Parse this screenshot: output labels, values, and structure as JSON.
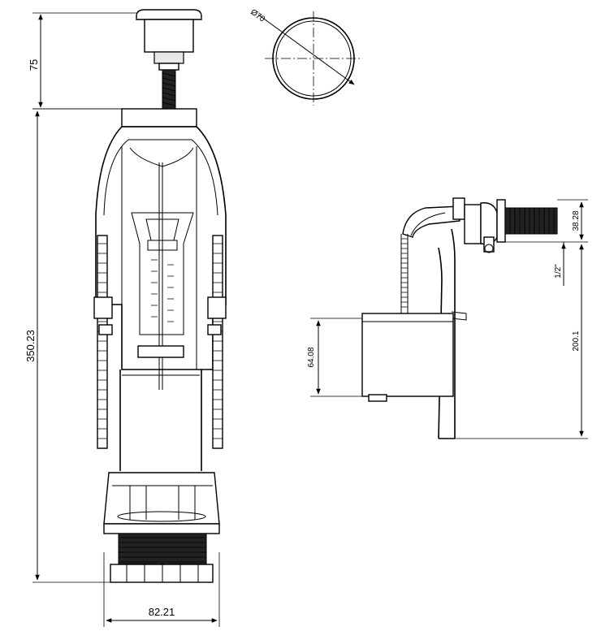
{
  "dimensions": {
    "top_height": "75",
    "total_height": "350.23",
    "base_width": "82.21",
    "button_diameter": "Ø70",
    "valve_thread_height": "38.28",
    "thread_size": "1/2\"",
    "valve_height": "200.1",
    "float_height": "64.08"
  }
}
